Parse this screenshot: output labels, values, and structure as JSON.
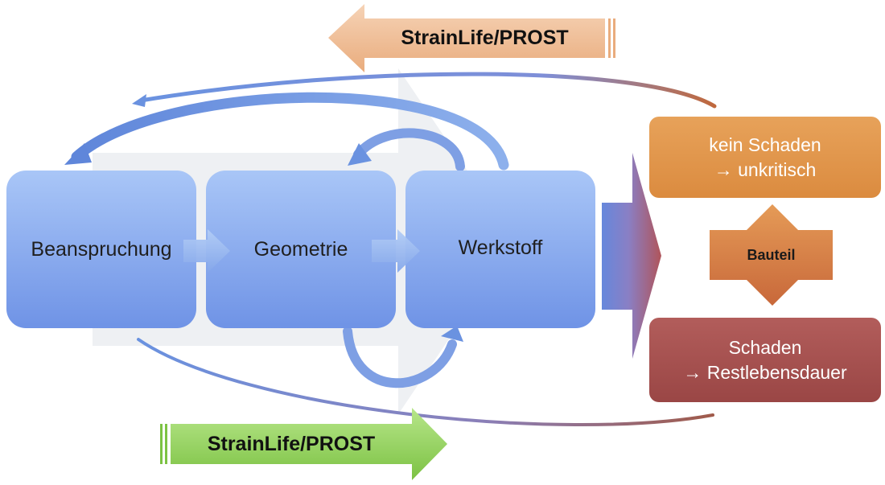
{
  "process_steps": [
    {
      "label": "Beanspruchung"
    },
    {
      "label": "Geometrie"
    },
    {
      "label": "Werkstoff"
    }
  ],
  "outcomes": {
    "no_damage": {
      "label": "kein Schaden\n→ unkritisch"
    },
    "component": {
      "label": "Bauteil"
    },
    "damage": {
      "label": "Schaden\n→  Restlebensdauer"
    }
  },
  "tools": {
    "top_arrow": {
      "label": "StrainLife/PROST"
    },
    "bottom_arrow": {
      "label": "StrainLife/PROST"
    }
  },
  "colors": {
    "process_box_top": "#a9c6f7",
    "process_box_bottom": "#6f93e6",
    "no_damage_box": "#e2954b",
    "component_diamond": "#d2753e",
    "damage_box": "#a8504f",
    "top_tool_arrow": "#efbf9a",
    "bottom_tool_arrow": "#93d35b",
    "feedback_arrow_blue": "#6a92e0",
    "feedback_arrow_red": "#a05a4a"
  }
}
